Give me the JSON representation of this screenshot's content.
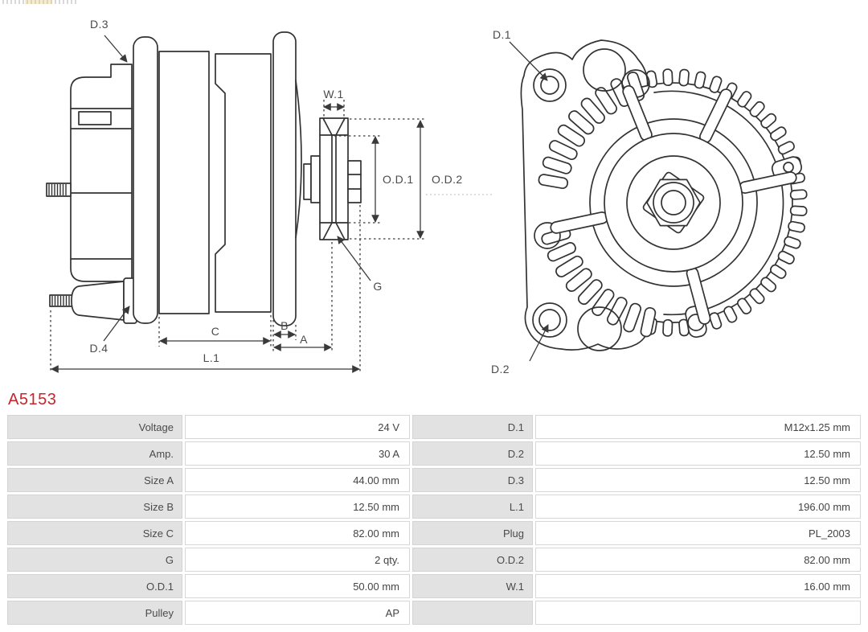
{
  "part_number": "A5153",
  "colors": {
    "accent": "#C9242C",
    "table_label_bg": "#E2E2E2",
    "table_border": "#D6D6D6",
    "drawing_line": "#333333"
  },
  "diagram": {
    "labels": {
      "d1": "D.1",
      "d2": "D.2",
      "d3": "D.3",
      "d4": "D.4",
      "w1": "W.1",
      "od1": "O.D.1",
      "od2": "O.D.2",
      "g": "G",
      "a": "A",
      "b": "B",
      "c": "C",
      "l1": "L.1"
    }
  },
  "specs_table": {
    "rows": [
      {
        "label_left": "Voltage",
        "value_left": "24 V",
        "label_right": "D.1",
        "value_right": "M12x1.25 mm"
      },
      {
        "label_left": "Amp.",
        "value_left": "30 A",
        "label_right": "D.2",
        "value_right": "12.50 mm"
      },
      {
        "label_left": "Size A",
        "value_left": "44.00 mm",
        "label_right": "D.3",
        "value_right": "12.50 mm"
      },
      {
        "label_left": "Size B",
        "value_left": "12.50 mm",
        "label_right": "L.1",
        "value_right": "196.00 mm"
      },
      {
        "label_left": "Size C",
        "value_left": "82.00 mm",
        "label_right": "Plug",
        "value_right": "PL_2003"
      },
      {
        "label_left": "G",
        "value_left": "2 qty.",
        "label_right": "O.D.2",
        "value_right": "82.00 mm"
      },
      {
        "label_left": "O.D.1",
        "value_left": "50.00 mm",
        "label_right": "W.1",
        "value_right": "16.00 mm"
      },
      {
        "label_left": "Pulley",
        "value_left": "AP",
        "label_right": "",
        "value_right": ""
      }
    ]
  }
}
